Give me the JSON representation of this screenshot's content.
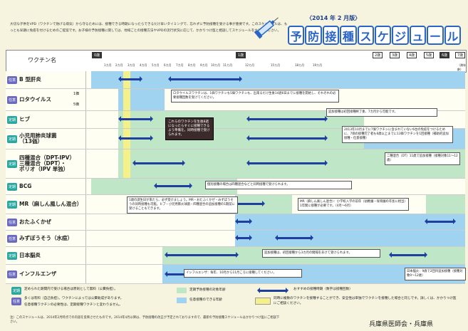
{
  "header": {
    "subtitle": "〈2014 年 2 月版〉",
    "title_chars": [
      "予",
      "防",
      "接",
      "種",
      "ス",
      "ケ",
      "ジ",
      "ュ",
      "ー",
      "ル"
    ],
    "intro": "大切な子供をVPD（ワクチンで防げる病気）から守るためには、接種できる時期になったらできるだけ早いタイミングで、忘れずに予防接種を受ける事が重要です。このスケジュールは、もっとも早期に免疫を付けるためのご提案です。お子様の予防接種に関しては、地域ごとの接種方法やVPDの流行状況に応じて、かかりつけ医と相談してスケジュールを立ててください。"
  },
  "table": {
    "vaccine_header": "ワクチン名",
    "ages": [
      "0歳",
      "1歳",
      "2歳",
      "3歳",
      "4歳",
      "5歳",
      "6歳",
      "7歳"
    ],
    "months": [
      "1カ月",
      "2カ月",
      "3カ月",
      "4カ月",
      "5カ月",
      "6カ月",
      "7カ月",
      "8カ月",
      "9カ月",
      "10カ月",
      "11カ月",
      "12カ月",
      "15カ月",
      "18カ月",
      "19カ月"
    ],
    "age_unit": "（満年齢）",
    "rows": [
      {
        "badge": "任意",
        "name": "B 型肝炎"
      },
      {
        "badge": "任意",
        "name": "ロタウイルス",
        "sub1": "1価",
        "sub2": "5価"
      },
      {
        "badge": "定期",
        "name": "ヒブ"
      },
      {
        "badge": "定期",
        "name": "小児用肺炎球菌",
        "sub": "（13価）"
      },
      {
        "badge": "定期",
        "name": "四種混合（DPT-IPV）",
        "name2": "三種混合（DPT）・",
        "name3": "ポリオ（IPV 単独）"
      },
      {
        "badge": "定期",
        "name": "BCG"
      },
      {
        "badge": "定期",
        "name": "MR（麻しん風しん混合）"
      },
      {
        "badge": "任意",
        "name": "おたふくかぜ"
      },
      {
        "badge": "任意",
        "name": "みずぼうそう（水痘）"
      },
      {
        "badge": "定期",
        "name": "日本脳炎"
      },
      {
        "badge": "任意",
        "name": "インフルエンザ"
      }
    ]
  },
  "notes": {
    "rota": "ロタウイルスワクチンは、1価ワクチンも5価ワクチンも、出来るだけ生後14週6日までに接種を開始し、それぞれの必要接種回数を受けてください。",
    "dark": "これらのワクチンを生後8週になったらすぐに接種できるよう準備を。同時接種で受けられます。",
    "hib_add": "追加接種は初回接種終了後、7カ月から可能です。",
    "pcv13": "2013年10月までに7価ワクチンに含まれていない6台の免疫をつけるために、7価の接種完了者も6歳以上までに13価ワクチンを1回接種（補助的追加接種・任意接種）",
    "dt": "二種混合（DT）11歳で追加接種（接種対象11～12歳）",
    "bcg": "個別接種の場合は四種混合などと同時接種で受けられます。",
    "mr1": "1歳の誕生日が来たら、必ず受けましょう。MR・おたふくかぜ・みずぼうそうの同時接種も可能。ヒブ・小児用肺炎球菌・四種混合の追加接種の1期前に受けることもできます。",
    "mr2": "MR（麻しん風しん混合）：小学校入学の前年（幼稚園・保育園の年長に相当）1年間に接種が必要です。（4月～6月）",
    "je": "追加接種は、初回接種から3カ月の間隔をあけて受けられます。",
    "flu": "インフルエンザ：毎年、10月から11月ころに接種してください。",
    "je2": "日本脳炎：9歳で2回目追加接種（接種対象9～12歳）"
  },
  "legend": {
    "teiki_label": "定期",
    "teiki_text": "定められた期間内で受ける場合は原則として無料（公費負担）。",
    "nini_label": "任意",
    "nini_text1": "多くは有料（自己負担）。ワクチンによっては公費助成があります。",
    "nini_text2": "任意接種ワクチンの必要性は、定期接種ワクチンと変わりません。",
    "green_text": "定期予防接種の対象年齢",
    "blue_text": "任意接種のできる年齢",
    "arrow_text": "おすすめの接種時期（数字は接種回数）",
    "yellow_text": "同時に複数のワクチンを接種することができ、安全性は単独でワクチンを接種した場合と同じです。詳しくは、かかりつけ医にご相談ください。"
  },
  "footer": {
    "note": "注）このスケジュールは、2014年2月時点での内容を反映させたものです。2014年4月以降は、予防接種の改正が予定されておりますので、最新の予防接種スケジュールはかかりつけ医にご相談下さい。",
    "publisher": "兵庫県医師会・兵庫県"
  },
  "colors": {
    "teiki": "#2aa7a0",
    "nini": "#6a6ac0",
    "arrow": "#1f3f9e",
    "green": "#bfe6c7",
    "blue": "#9fd3ef",
    "yellow": "#f4f08a"
  }
}
